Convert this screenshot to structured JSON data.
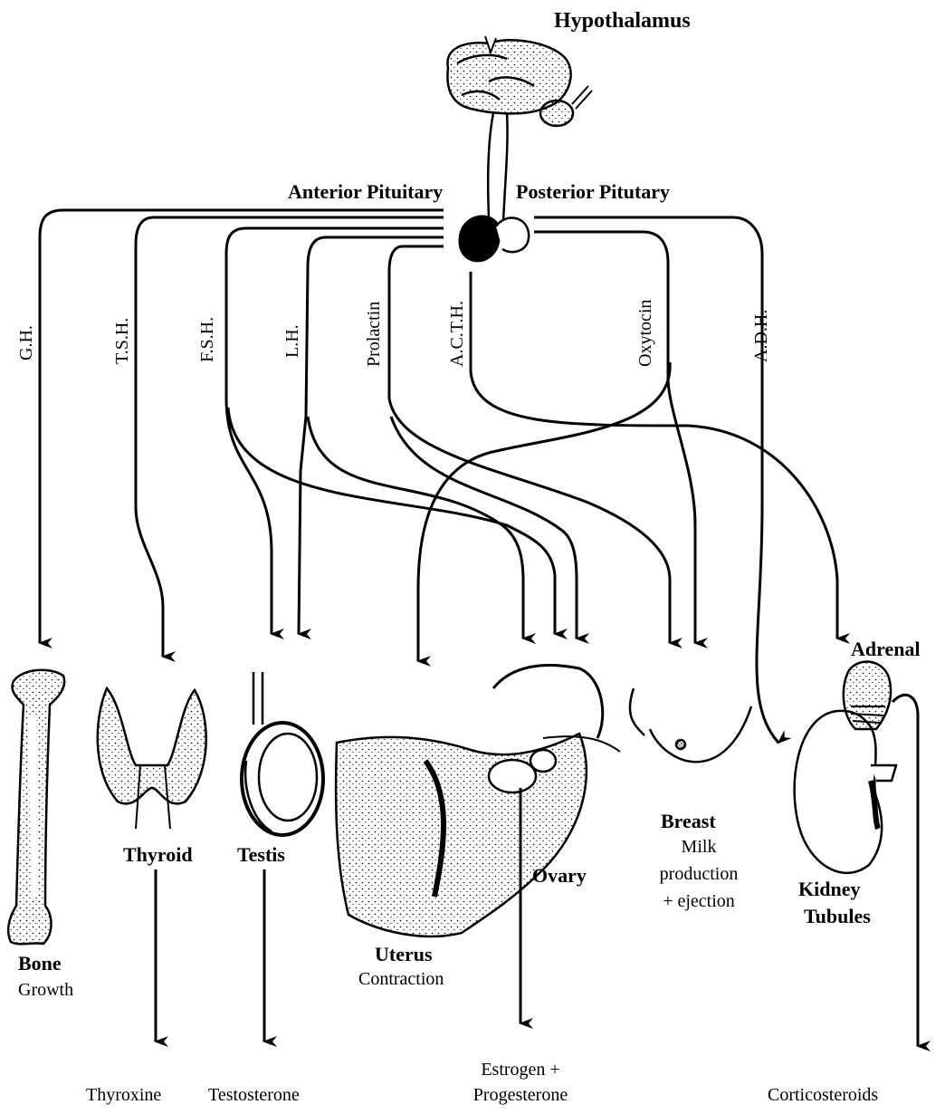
{
  "title": "Hypothalamus",
  "pituitary": {
    "anterior": "Anterior Pituitary",
    "posterior": "Posterior Pitutary"
  },
  "hormones": {
    "gh": "G.H.",
    "tsh": "T.S.H.",
    "fsh": "F.S.H.",
    "lh": "L.H.",
    "prolactin": "Prolactin",
    "acth": "A.C.T.H.",
    "oxytocin": "Oxytocin",
    "adh": "A.D.H."
  },
  "targets": {
    "bone": {
      "name": "Bone",
      "effect": "Growth"
    },
    "thyroid": {
      "name": "Thyroid",
      "product": "Thyroxine"
    },
    "testis": {
      "name": "Testis",
      "product": "Testosterone"
    },
    "uterus": {
      "name": "Uterus",
      "effect": "Contraction"
    },
    "ovary": {
      "name": "Ovary",
      "product_line1": "Estrogen +",
      "product_line2": "Progesterone"
    },
    "breast": {
      "name": "Breast",
      "effect_line1": "Milk",
      "effect_line2": "production",
      "effect_line3": "+ ejection"
    },
    "adrenal": {
      "name": "Adrenal",
      "product": "Corticosteroids"
    },
    "kidney": {
      "name_line1": "Kidney",
      "name_line2": "Tubules"
    }
  }
}
